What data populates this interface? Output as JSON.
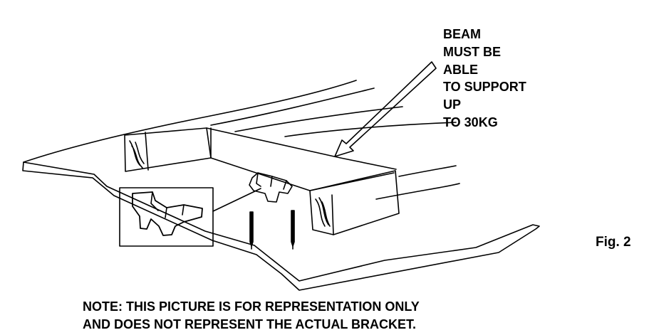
{
  "callout": {
    "lines": [
      "BEAM",
      "MUST BE",
      "ABLE",
      "TO SUPPORT",
      "UP",
      "TO 30KG"
    ]
  },
  "figure_label": "Fig. 2",
  "note": {
    "line1": "NOTE: THIS PICTURE IS FOR REPRESENTATION ONLY",
    "line2": "AND DOES NOT REPRESENT THE ACTUAL BRACKET."
  },
  "colors": {
    "ink": "#000000",
    "background": "#ffffff"
  },
  "icons": [
    "ceiling-drawing",
    "beam-drawing",
    "bracket-drawing",
    "screw-icon",
    "pointer-arrow-icon"
  ]
}
